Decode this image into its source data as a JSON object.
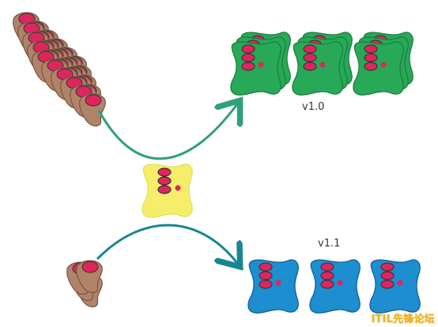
{
  "labels": {
    "v10": "v1.0",
    "v11": "v1.1"
  },
  "watermark": "ITIL先锋论坛",
  "colors": {
    "brown": "#b08468",
    "brown_outline": "#7a5540",
    "pink": "#e0245e",
    "green": "#27a957",
    "blue": "#1d8ecf",
    "yellow": "#f6ee6b",
    "arrow_green": "#2fa07a",
    "arrow_teal": "#18868f",
    "outline": "#333333"
  },
  "icons": [
    "container-icon",
    "pod-icon",
    "arrow-icon"
  ]
}
